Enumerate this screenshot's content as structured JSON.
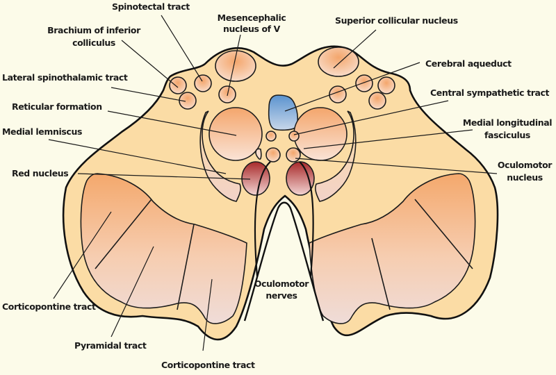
{
  "title": "Midbrain cross-section at the level of the superior colliculus",
  "colors": {
    "background": "#fcfbe9",
    "tegmentum": "#fbdca5",
    "nucleus_orange": "#f5ae78",
    "nucleus_pale": "#f8dccc",
    "aqueduct": "#6fa0d2",
    "red_nucleus": "#b53a36",
    "outline": "#111111"
  },
  "labels": {
    "spinotectal_tract": "Spinotectal tract",
    "mesencephalic_nucleus_line1": "Mesencephalic",
    "mesencephalic_nucleus_line2": "nucleus of V",
    "brachium_line1": "Brachium of inferior",
    "brachium_line2": "colliculus",
    "superior_collicular_nucleus": "Superior collicular nucleus",
    "lateral_spinothalamic_tract": "Lateral spinothalamic tract",
    "cerebral_aqueduct": "Cerebral aqueduct",
    "central_sympathetic_tract": "Central sympathetic tract",
    "reticular_formation": "Reticular formation",
    "medial_longitudinal_fasciculus_line1": "Medial longitudinal",
    "medial_longitudinal_fasciculus_line2": "fasciculus",
    "medial_lemniscus": "Medial lemniscus",
    "red_nucleus": "Red nucleus",
    "oculomotor_nucleus_line1": "Oculomotor",
    "oculomotor_nucleus_line2": "nucleus",
    "oculomotor_nerves_line1": "Oculomotor",
    "oculomotor_nerves_line2": "nerves",
    "corticopontine_tract_left": "Corticopontine tract",
    "pyramidal_tract": "Pyramidal tract",
    "corticopontine_tract_bottom": "Corticopontine tract"
  }
}
